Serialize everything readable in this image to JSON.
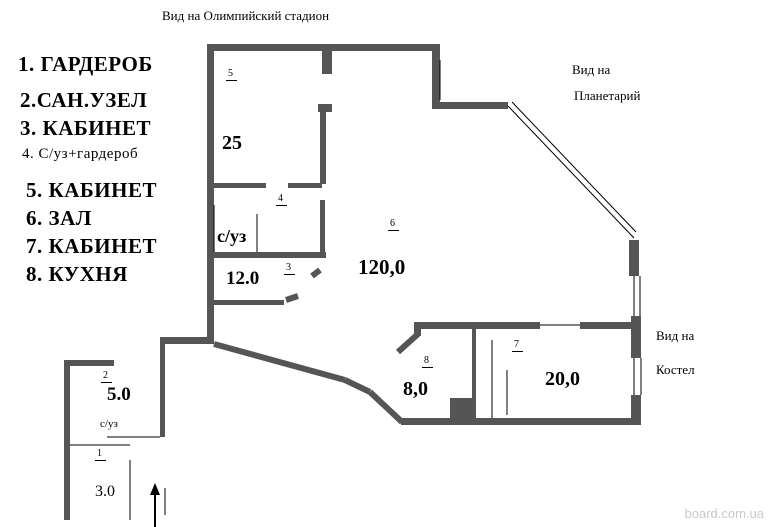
{
  "views": {
    "stadium": "Вид на Олимпийский стадион",
    "planetarium_top": "Вид на",
    "planetarium_bottom": "Планетарий",
    "church_top": "Вид на",
    "church_bottom": "Костел"
  },
  "legend": [
    "1. ГАРДЕРОБ",
    "2.САН.УЗЕЛ",
    "3. КАБИНЕТ",
    "4. С/уз+гардероб",
    "5. КАБИНЕТ",
    "6. ЗАЛ",
    "7. КАБИНЕТ",
    "8. КУХНЯ"
  ],
  "rooms": {
    "r1": {
      "number": "1",
      "area": "3.0"
    },
    "r2": {
      "number": "2",
      "area": "5.0",
      "label": "с/уз"
    },
    "r3": {
      "number": "3",
      "area": "12.0"
    },
    "r4": {
      "number": "4",
      "label": "с/уз"
    },
    "r5": {
      "number": "5",
      "area": "25"
    },
    "r6": {
      "number": "6",
      "area": "120,0"
    },
    "r7": {
      "number": "7",
      "area": "20,0"
    },
    "r8": {
      "number": "8",
      "area": "8,0"
    }
  },
  "watermark": "board.com.ua",
  "colors": {
    "wall": "#555555",
    "line": "#000000",
    "watermark": "#c9c9c9"
  }
}
